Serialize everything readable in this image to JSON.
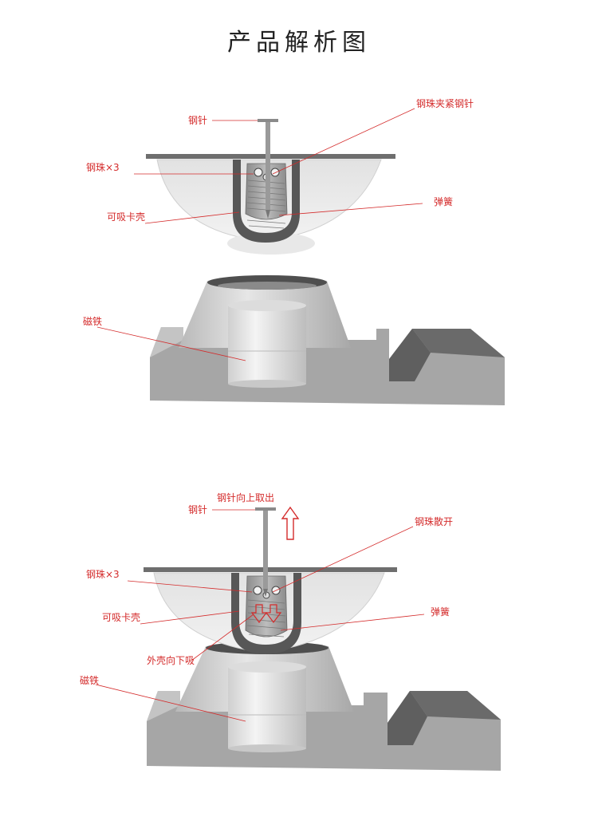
{
  "title": "产品解析图",
  "figure1": {
    "labels": {
      "needle": "钢针",
      "ball_clamp": "钢珠夹紧钢针",
      "balls": "钢珠×3",
      "spring": "弹簧",
      "shell": "可吸卡壳",
      "magnet": "磁铁"
    }
  },
  "figure2": {
    "labels": {
      "needle_out": "钢针向上取出",
      "needle": "钢针",
      "ball_spread": "钢珠散开",
      "balls": "钢珠×3",
      "shell": "可吸卡壳",
      "spring": "弹簧",
      "shell_down": "外壳向下吸",
      "magnet": "磁铁"
    }
  },
  "colors": {
    "label": "#d42b2b",
    "base": "#a6a6a6",
    "shell": "#5a5a5a",
    "plate": "#6e6e6e"
  }
}
